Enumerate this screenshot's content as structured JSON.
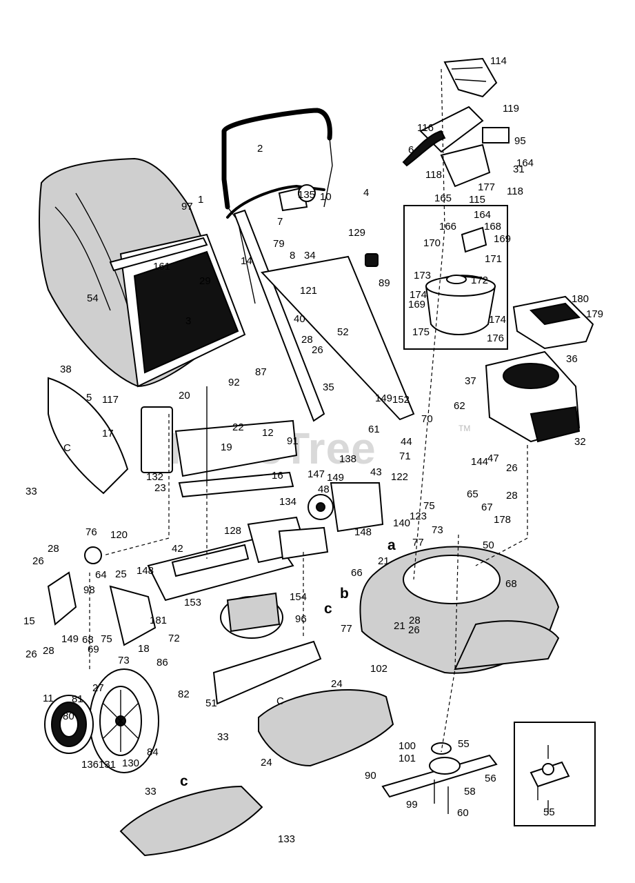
{
  "watermark": "PartsTree",
  "watermark_mark": "TM",
  "letters": [
    "a",
    "b",
    "c",
    "C"
  ],
  "callouts": [
    "1",
    "2",
    "3",
    "4",
    "5",
    "6",
    "7",
    "8",
    "10",
    "11",
    "12",
    "14",
    "15",
    "16",
    "17",
    "18",
    "19",
    "20",
    "21",
    "22",
    "23",
    "24",
    "25",
    "26",
    "27",
    "28",
    "29",
    "31",
    "32",
    "33",
    "34",
    "35",
    "36",
    "37",
    "38",
    "40",
    "42",
    "43",
    "44",
    "47",
    "48",
    "50",
    "51",
    "52",
    "54",
    "55",
    "56",
    "58",
    "60",
    "61",
    "62",
    "64",
    "65",
    "66",
    "67",
    "68",
    "69",
    "70",
    "71",
    "72",
    "73",
    "75",
    "76",
    "77",
    "79",
    "80",
    "81",
    "82",
    "84",
    "86",
    "87",
    "89",
    "90",
    "91",
    "92",
    "95",
    "96",
    "97",
    "98",
    "99",
    "100",
    "101",
    "102",
    "114",
    "115",
    "116",
    "117",
    "118",
    "119",
    "120",
    "121",
    "122",
    "123",
    "128",
    "129",
    "130",
    "131",
    "132",
    "133",
    "134",
    "135",
    "136",
    "138",
    "140",
    "144",
    "147",
    "148",
    "149",
    "152",
    "153",
    "154",
    "161",
    "164",
    "165",
    "166",
    "168",
    "169",
    "170",
    "171",
    "172",
    "173",
    "174",
    "175",
    "176",
    "177",
    "178",
    "179",
    "180",
    "181"
  ]
}
